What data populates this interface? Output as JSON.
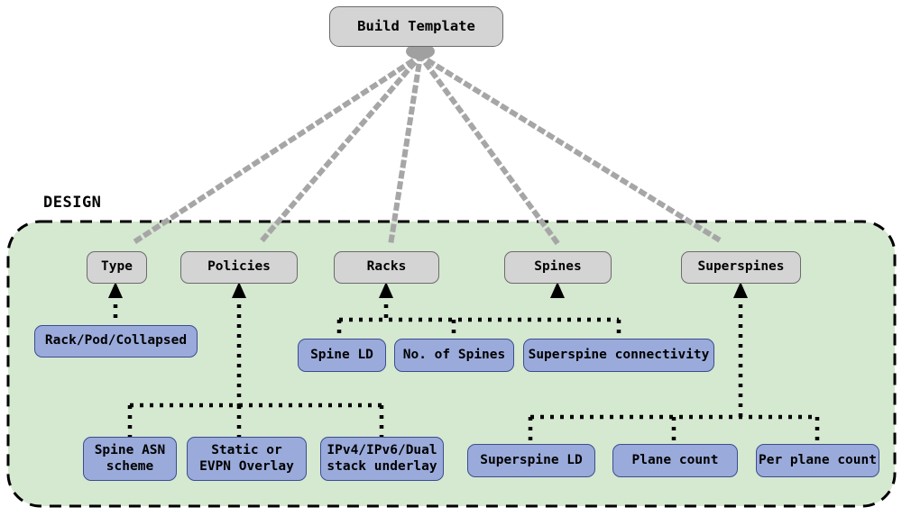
{
  "diagram": {
    "title_node": {
      "label": "Build Template"
    },
    "container": {
      "label": "DESIGN",
      "fill": "#d5e8d0",
      "border": "#000000"
    },
    "colors": {
      "gray_fill": "#d4d4d4",
      "gray_border": "#6b6b6b",
      "blue_fill": "#9aabdb",
      "blue_border": "#3a4d8f",
      "green_fill": "#d5e8d0",
      "connector_black": "#000000",
      "connector_gray": "#a6a6a6"
    },
    "categories": [
      {
        "label": "Type"
      },
      {
        "label": "Policies"
      },
      {
        "label": "Racks"
      },
      {
        "label": "Spines"
      },
      {
        "label": "Superspines"
      }
    ],
    "attributes": [
      {
        "label": "Rack/Pod/Collapsed",
        "parent": "Type"
      },
      {
        "label": "Spine LD",
        "parent": "Racks"
      },
      {
        "label": "No. of Spines",
        "parent": "Racks"
      },
      {
        "label": "Superspine connectivity",
        "parent": "Racks"
      },
      {
        "label": "Spine ASN\nscheme",
        "parent": "Policies"
      },
      {
        "label": "Static or\nEVPN Overlay",
        "parent": "Policies"
      },
      {
        "label": "IPv4/IPv6/Dual\nstack underlay",
        "parent": "Policies"
      },
      {
        "label": "Superspine LD",
        "parent": "Superspines"
      },
      {
        "label": "Plane count",
        "parent": "Superspines"
      },
      {
        "label": "Per plane count",
        "parent": "Superspines"
      }
    ]
  }
}
